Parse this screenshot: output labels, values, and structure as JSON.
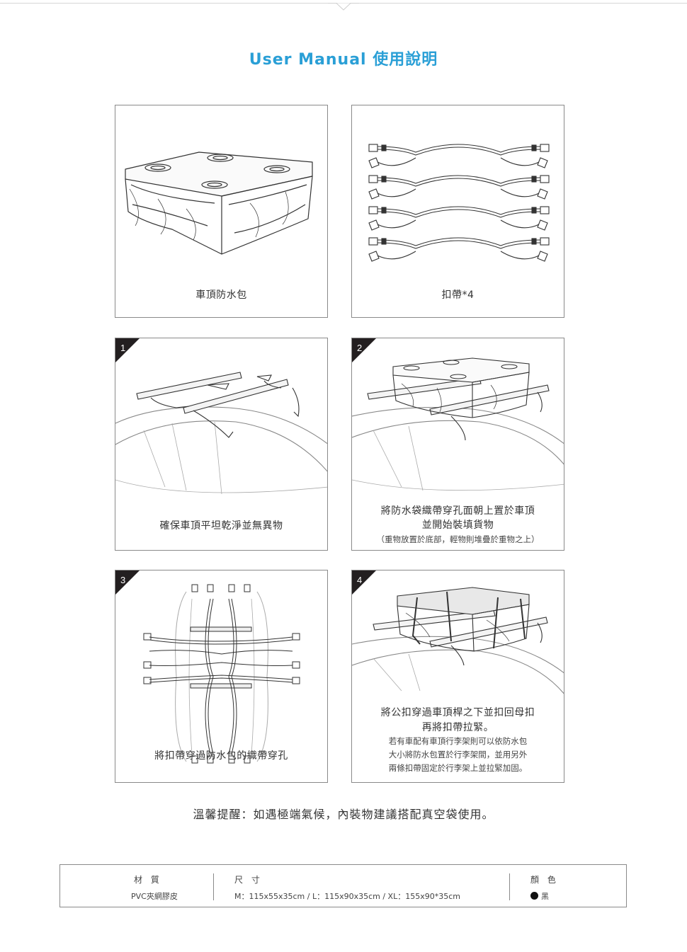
{
  "page": {
    "title": "User Manual 使用說明",
    "accent_color": "#2a9fd6",
    "tip": "溫馨提醒：如遇極端氣候，內裝物建議搭配真空袋使用。"
  },
  "panels": {
    "bag": {
      "caption": "車頂防水包",
      "icon": "roof-bag-illustration"
    },
    "straps": {
      "caption": "扣帶*4",
      "icon": "straps-illustration"
    },
    "step1": {
      "number": "1",
      "caption": "確保車頂平坦乾淨並無異物"
    },
    "step2": {
      "number": "2",
      "line1": "將防水袋織帶穿孔面朝上置於車頂",
      "line2": "並開始裝填貨物",
      "note": "（重物放置於底部，輕物則堆疊於重物之上）"
    },
    "step3": {
      "number": "3",
      "caption": "將扣帶穿過防水包的織帶穿孔"
    },
    "step4": {
      "number": "4",
      "line1": "將公扣穿過車頂桿之下並扣回母扣",
      "line2": "再將扣帶拉緊。",
      "note1": "若有車配有車頂行李架則可以依防水包",
      "note2": "大小將防水包置於行李架間，並用另外",
      "note3": "兩條扣帶固定於行李架上並拉緊加固。"
    }
  },
  "specs": {
    "material_label": "材 質",
    "material_value": "PVC夾網膠皮",
    "size_label": "尺 寸",
    "size_value": "M：115x55x35cm / L：115x90x35cm / XL：155x90*35cm",
    "color_label": "顏 色",
    "color_value": "黑",
    "color_swatch": "#111111"
  }
}
